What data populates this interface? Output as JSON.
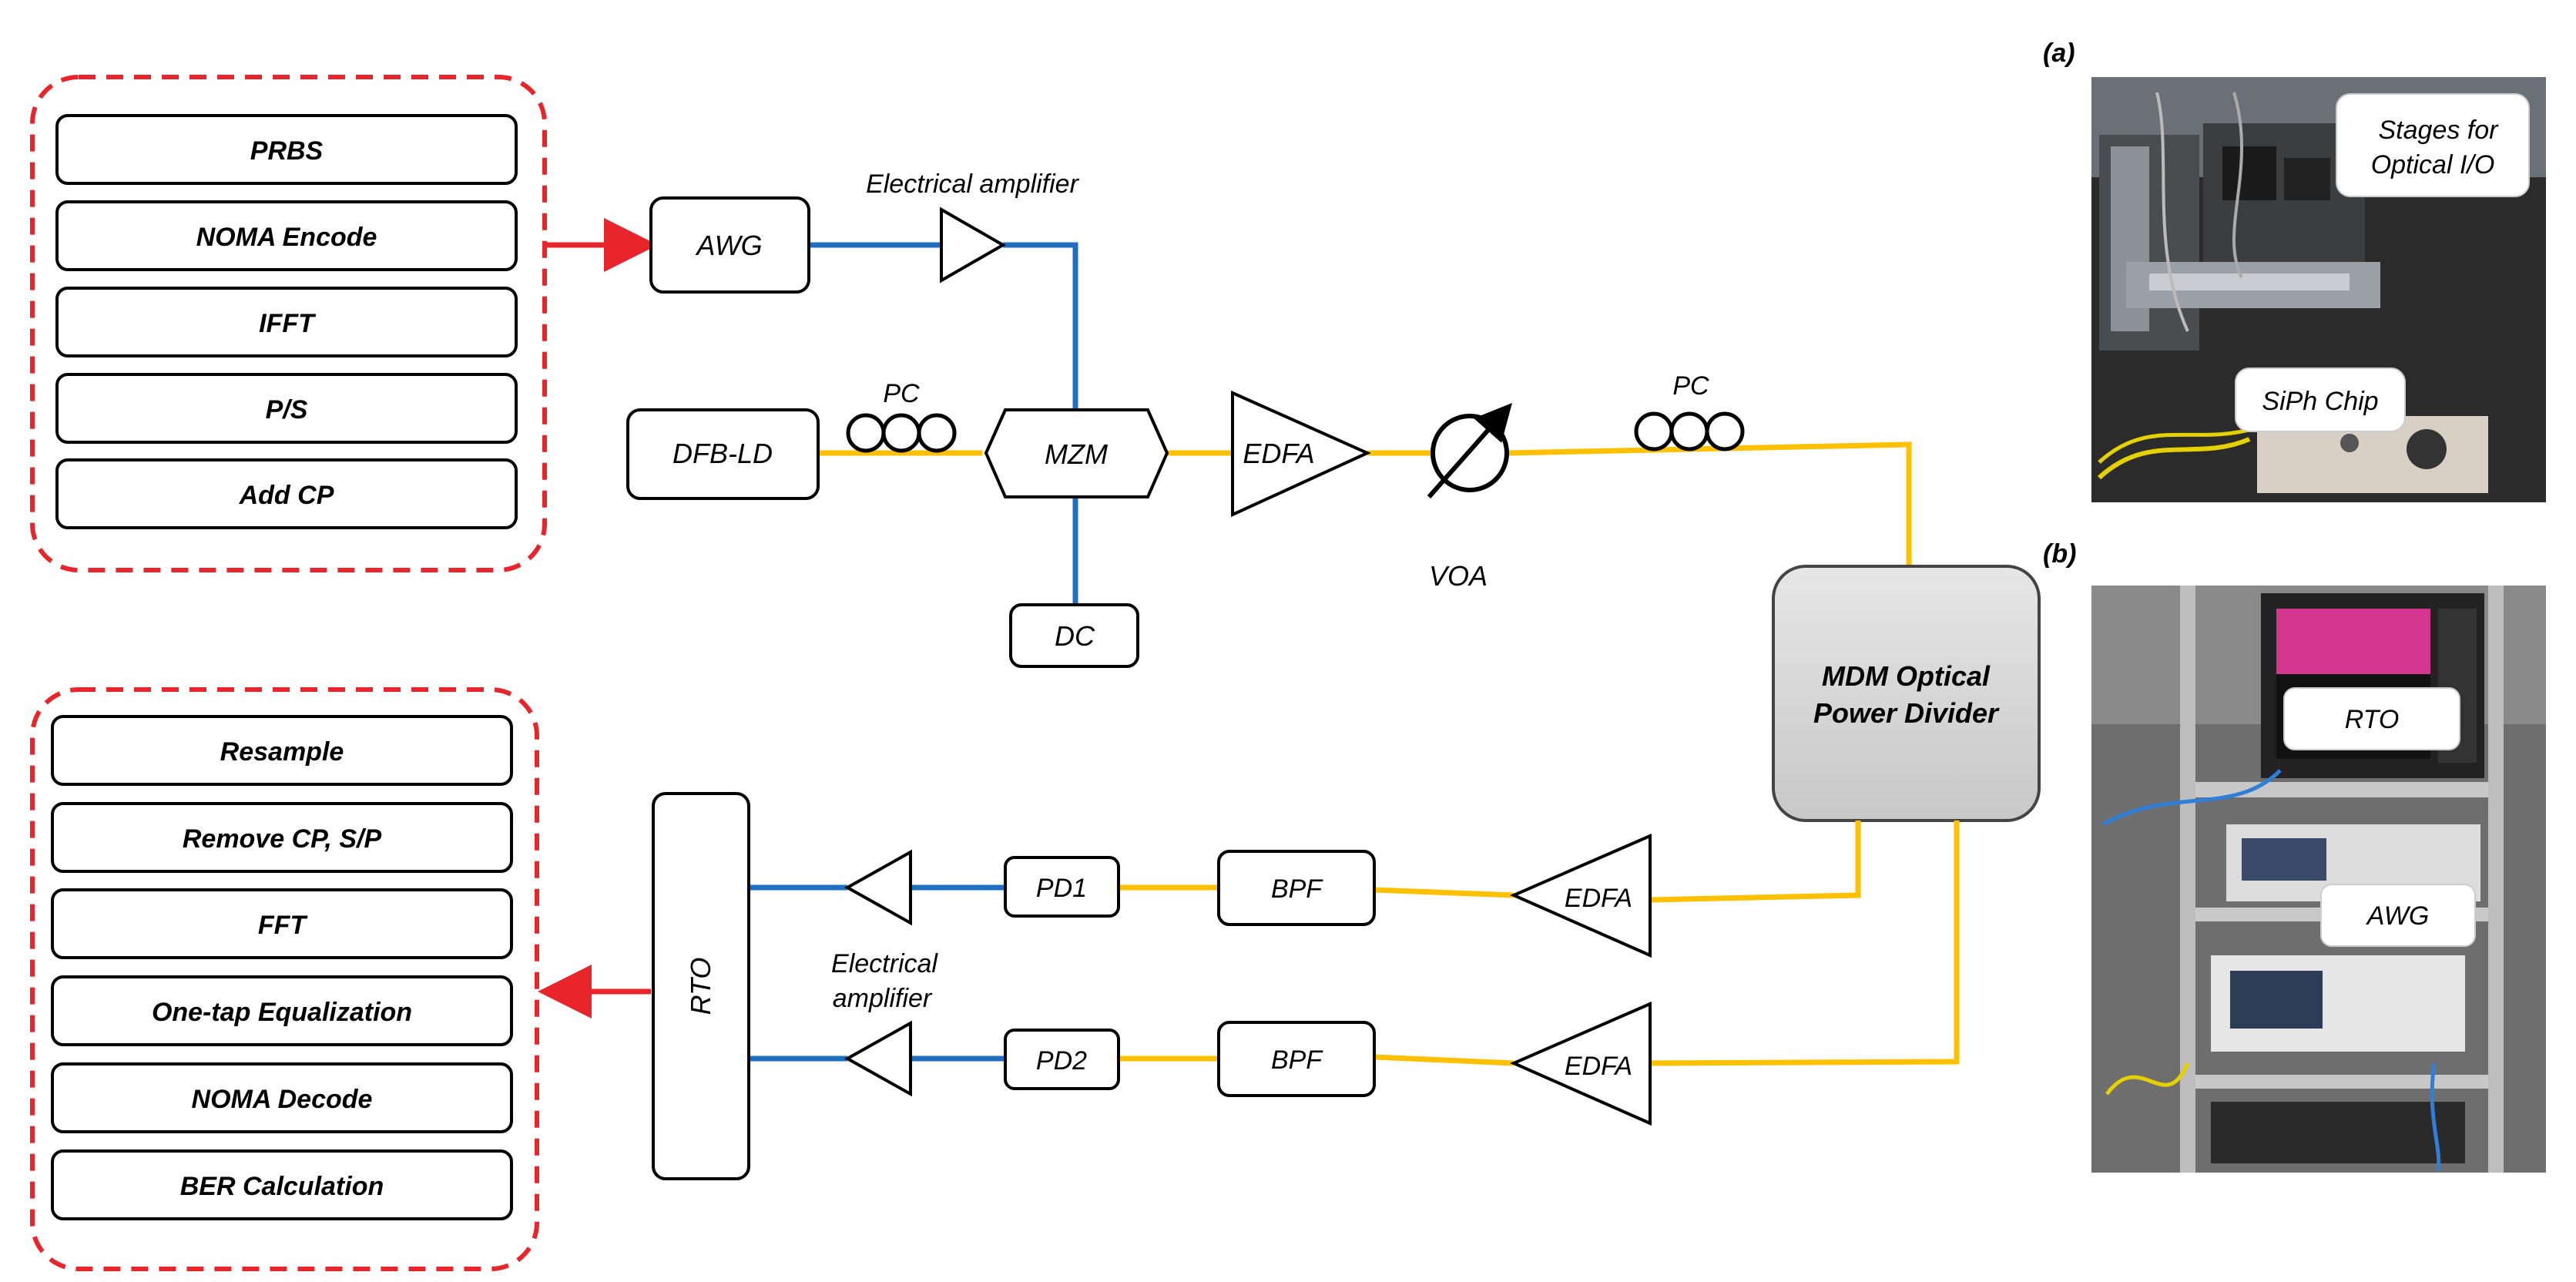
{
  "tx_dsp": {
    "blocks": [
      "PRBS",
      "NOMA Encode",
      "IFFT",
      "P/S",
      "Add CP"
    ]
  },
  "rx_dsp": {
    "blocks": [
      "Resample",
      "Remove CP, S/P",
      "FFT",
      "One-tap Equalization",
      "NOMA Decode",
      "BER Calculation"
    ]
  },
  "transmitter": {
    "awg": "AWG",
    "amp_label": "Electrical amplifier",
    "dfb": "DFB-LD",
    "pc1": "PC",
    "mzm": "MZM",
    "dc": "DC",
    "edfa": "EDFA",
    "voa": "VOA",
    "pc2": "PC"
  },
  "divider": {
    "line1": "MDM Optical",
    "line2": "Power Divider"
  },
  "receiver": {
    "rto": "RTO",
    "amp_label_line1": "Electrical",
    "amp_label_line2": "amplifier",
    "pd1": "PD1",
    "pd2": "PD2",
    "bpf1": "BPF",
    "bpf2": "BPF",
    "edfa1": "EDFA",
    "edfa2": "EDFA"
  },
  "photos": {
    "a": {
      "tag": "(a)",
      "label1_line1": "Stages for",
      "label1_line2": "Optical I/O",
      "label2": "SiPh Chip"
    },
    "b": {
      "tag": "(b)",
      "label1": "RTO",
      "label2": "AWG"
    }
  },
  "colors": {
    "electrical": "#1f6fc0",
    "optical": "#ffc000",
    "dsp_border": "#e8252a",
    "arrow": "#e8252a",
    "divider_fill": "#d9d9d9"
  }
}
